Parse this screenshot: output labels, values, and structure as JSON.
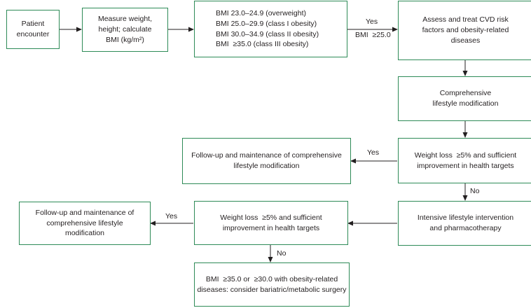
{
  "nodes": {
    "patient": [
      "Patient",
      "encounter"
    ],
    "measure": [
      "Measure weight,",
      "height; calculate",
      "BMI (kg/m²)"
    ],
    "bmi_categories": [
      "BMI 23.0–24.9 (overweight)",
      "BMI 25.0–29.9 (class I obesity)",
      "BMI 30.0–34.9 (class II obesity)",
      "BMI  ≥35.0 (class III obesity)"
    ],
    "assess": [
      "Assess and treat CVD risk",
      "factors and obesity-related",
      "diseases"
    ],
    "lifestyle": [
      "Comprehensive",
      "lifestyle modification"
    ],
    "check1": [
      "Weight loss  ≥5% and sufficient",
      "improvement in health targets"
    ],
    "followup1": [
      "Follow-up and maintenance of comprehensive",
      "lifestyle modification"
    ],
    "intensive": [
      "Intensive lifestyle intervention",
      "and pharmacotherapy"
    ],
    "check2": [
      "Weight loss  ≥5% and sufficient",
      "improvement in health targets"
    ],
    "followup2": [
      "Follow-up and maintenance of",
      "comprehensive lifestyle",
      "modification"
    ],
    "surgery": [
      "BMI  ≥35.0 or  ≥30.0 with obesity-related",
      "diseases: consider bariatric/metabolic surgery"
    ]
  },
  "edge_labels": {
    "yes_assess": "Yes",
    "bmi_threshold": "BMI  ≥25.0",
    "yes_followup1": "Yes",
    "no_intensive": "No",
    "yes_followup2": "Yes",
    "no_surgery": "No"
  },
  "colors": {
    "border": "#2e8b57",
    "text": "#231f20",
    "arrow": "#231f20"
  }
}
